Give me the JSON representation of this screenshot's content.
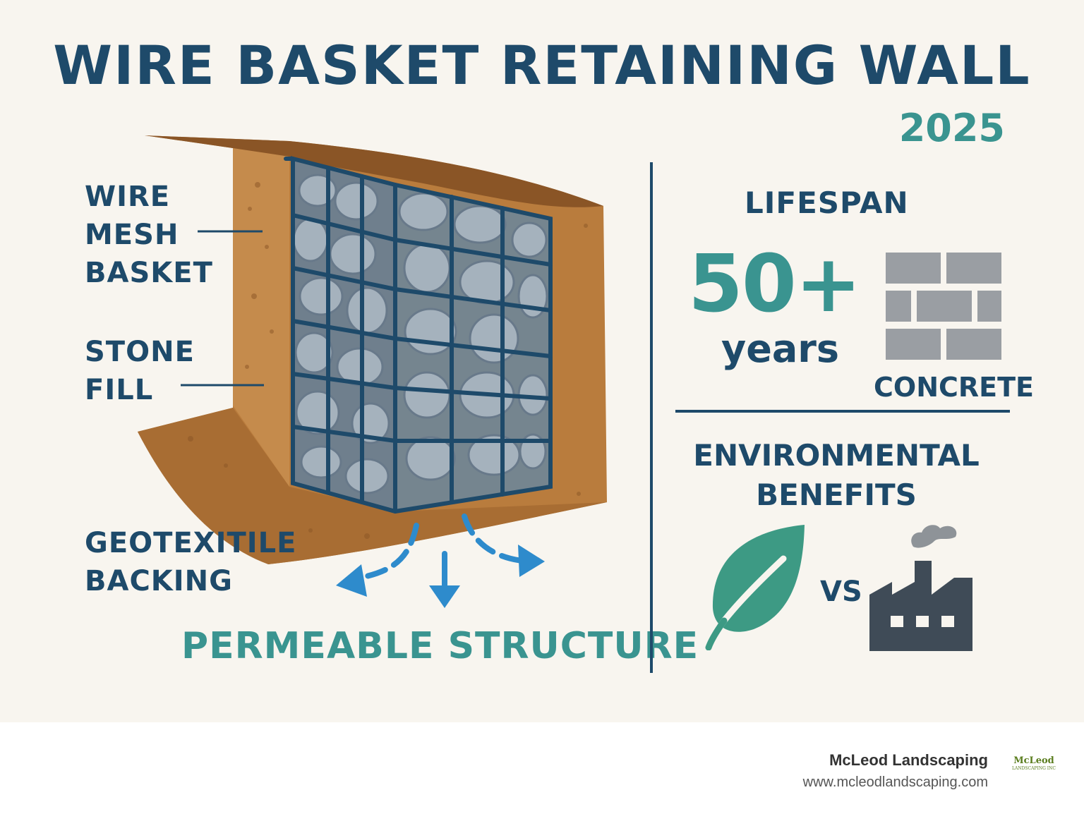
{
  "title": "WIRE BASKET RETAINING WALL",
  "year": "2025",
  "labels": {
    "wire_mesh_basket": [
      "WIRE",
      "MESH",
      "BASKET"
    ],
    "stone_fill": [
      "STONE",
      "FILL"
    ],
    "geotextile_backing": [
      "GEOTEXITILE",
      "BACKING"
    ],
    "permeable_structure": "PERMEABLE STRUCTURE"
  },
  "lifespan": {
    "heading": "LIFESPAN",
    "value": "50+",
    "unit": "years",
    "comparison_label": "CONCRETE",
    "comparison_icon": "brick-wall-icon"
  },
  "environment": {
    "heading_lines": [
      "ENVIRONMENTAL",
      "BENEFITS"
    ],
    "left_icon": "leaf-icon",
    "vs": "VS",
    "right_icon": "factory-icon"
  },
  "footer": {
    "brand": "McLeod Landscaping",
    "website": "www.mcleodlandscaping.com",
    "logo_text": "McLeod",
    "logo_subtext": "LANDSCAPING INC"
  },
  "colors": {
    "navy": "#1e4a6a",
    "teal": "#3a9490",
    "soil": "#b87a3c",
    "stone": "#8c9aa6",
    "arrow_blue": "#2e8bcc",
    "leaf_green": "#3d9a84",
    "factory_gray": "#3f4b57"
  }
}
